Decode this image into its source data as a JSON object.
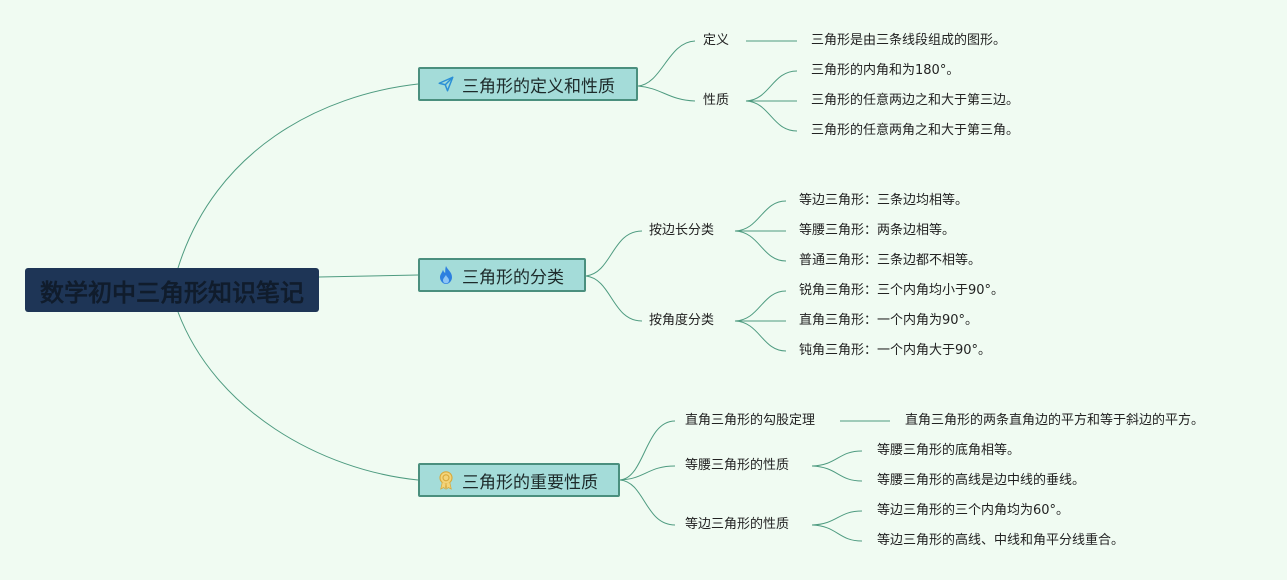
{
  "root": {
    "label": "数学初中三角形知识笔记"
  },
  "branches": [
    {
      "label": "三角形的定义和性质",
      "icon": "paper-plane-icon",
      "children": [
        {
          "label": "定义",
          "items": [
            "三角形是由三条线段组成的图形。"
          ]
        },
        {
          "label": "性质",
          "items": [
            "三角形的内角和为180°。",
            "三角形的任意两边之和大于第三边。",
            "三角形的任意两角之和大于第三角。"
          ]
        }
      ]
    },
    {
      "label": "三角形的分类",
      "icon": "flame-icon",
      "children": [
        {
          "label": "按边长分类",
          "items": [
            "等边三角形：三条边均相等。",
            "等腰三角形：两条边相等。",
            "普通三角形：三条边都不相等。"
          ]
        },
        {
          "label": "按角度分类",
          "items": [
            "锐角三角形：三个内角均小于90°。",
            "直角三角形：一个内角为90°。",
            "钝角三角形：一个内角大于90°。"
          ]
        }
      ]
    },
    {
      "label": "三角形的重要性质",
      "icon": "award-ribbon-icon",
      "children": [
        {
          "label": "直角三角形的勾股定理",
          "items": [
            "直角三角形的两条直角边的平方和等于斜边的平方。"
          ]
        },
        {
          "label": "等腰三角形的性质",
          "items": [
            "等腰三角形的底角相等。",
            "等腰三角形的高线是边中线的垂线。"
          ]
        },
        {
          "label": "等边三角形的性质",
          "items": [
            "等边三角形的三个内角均为60°。",
            "等边三角形的高线、中线和角平分线重合。"
          ]
        }
      ]
    }
  ]
}
